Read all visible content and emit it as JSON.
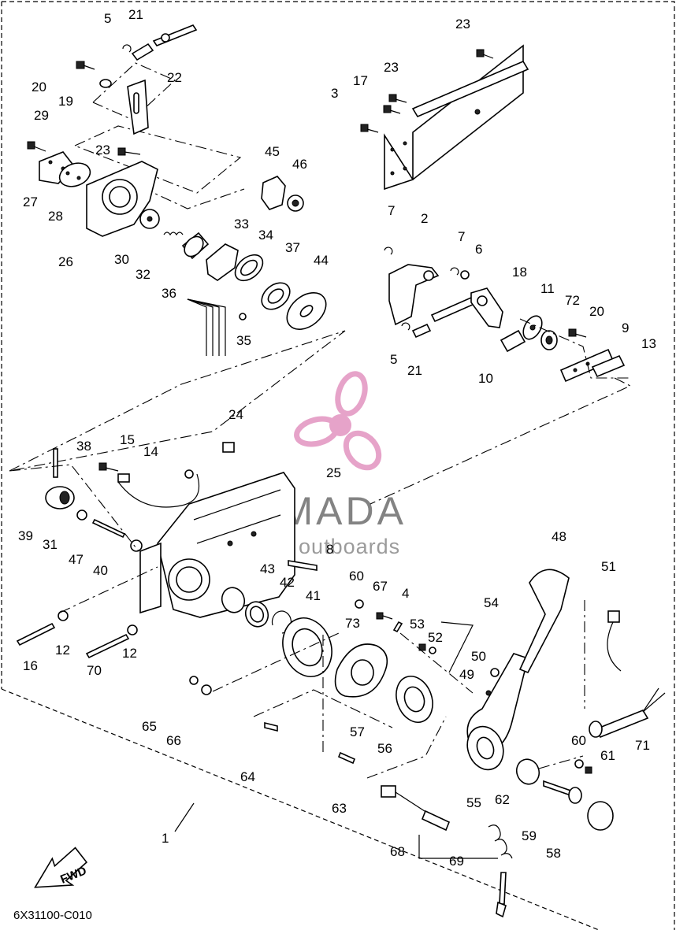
{
  "diagram": {
    "labels": {
      "p1": "1",
      "p2": "2",
      "p3": "3",
      "p4": "4",
      "p5a": "5",
      "p5b": "5",
      "p6": "6",
      "p7a": "7",
      "p7b": "7",
      "p8": "8",
      "p9": "9",
      "p10": "10",
      "p11": "11",
      "p12a": "12",
      "p12b": "12",
      "p13": "13",
      "p14": "14",
      "p15": "15",
      "p16": "16",
      "p17": "17",
      "p18": "18",
      "p19": "19",
      "p20a": "20",
      "p20b": "20",
      "p21a": "21",
      "p21b": "21",
      "p22": "22",
      "p23a": "23",
      "p23b": "23",
      "p23c": "23",
      "p24": "24",
      "p25": "25",
      "p26": "26",
      "p27": "27",
      "p28": "28",
      "p29": "29",
      "p30": "30",
      "p31": "31",
      "p32": "32",
      "p33": "33",
      "p34": "34",
      "p35": "35",
      "p36": "36",
      "p37": "37",
      "p38": "38",
      "p39": "39",
      "p40": "40",
      "p41": "41",
      "p42": "42",
      "p43": "43",
      "p44": "44",
      "p45": "45",
      "p46": "46",
      "p47": "47",
      "p48": "48",
      "p49": "49",
      "p50": "50",
      "p51": "51",
      "p52": "52",
      "p53": "53",
      "p54": "54",
      "p55": "55",
      "p56": "56",
      "p57": "57",
      "p58": "58",
      "p59": "59",
      "p60a": "60",
      "p60b": "60",
      "p61": "61",
      "p62": "62",
      "p63": "63",
      "p64": "64",
      "p65": "65",
      "p66": "66",
      "p67": "67",
      "p68": "68",
      "p69": "69",
      "p70": "70",
      "p71": "71",
      "p72": "72",
      "p73": "73"
    },
    "fwd_label": "FWD",
    "code": "6X31100-C010"
  },
  "watermark": {
    "brand": "ARMADA",
    "tagline": "marine outboards",
    "color": "#e6a3c9"
  }
}
